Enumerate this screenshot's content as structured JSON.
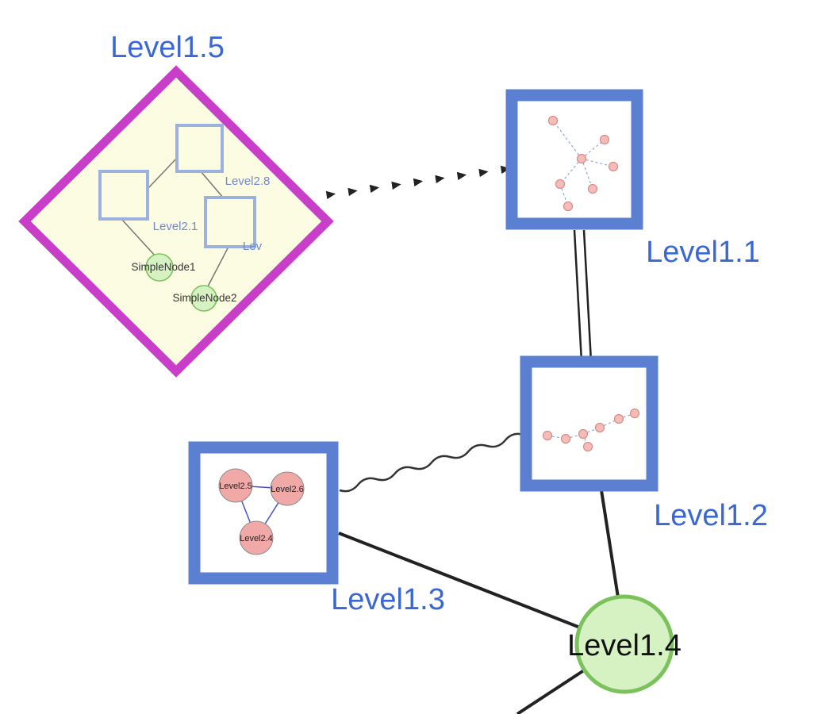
{
  "colors": {
    "label_blue": "#3a67d4",
    "inner_label_blue": "#7288cc",
    "group_border_magenta": "#c93ec9",
    "group_fill_yellow": "#fcfce2",
    "node_border_blue": "#5b80d2",
    "square_border_light": "#9db1de",
    "green_fill": "#d6f2c3",
    "green_border": "#7cc25c",
    "pink_fill": "#f5bcb8",
    "pink_border": "#d98c86",
    "edge_black": "#222222",
    "mini_edge_blue": "#8da6e0",
    "triangle_edge_blue": "#4a52c8"
  },
  "nodes": {
    "level1_5": {
      "label": "Level1.5"
    },
    "level1_1": {
      "label": "Level1.1"
    },
    "level1_2": {
      "label": "Level1.2"
    },
    "level1_3": {
      "label": "Level1.3"
    },
    "level1_4": {
      "label": "Level1.4"
    },
    "level2_8": {
      "label": "Level2.8"
    },
    "level2_1": {
      "label": "Level2.1"
    },
    "level2_trunc": {
      "label": "Lev"
    },
    "simple_node_1": {
      "label": "SimpleNode1"
    },
    "simple_node_2": {
      "label": "SimpleNode2"
    },
    "level2_5": {
      "label": "Level2.5"
    },
    "level2_6": {
      "label": "Level2.6"
    },
    "level2_4": {
      "label": "Level2.4"
    }
  }
}
